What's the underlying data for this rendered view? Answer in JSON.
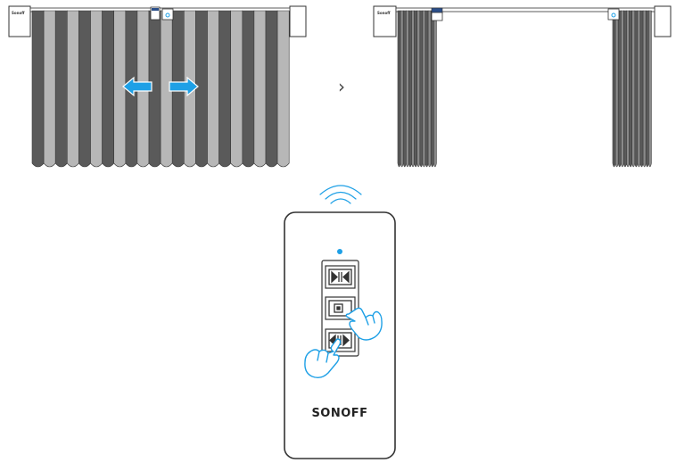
{
  "figure": {
    "motor_tag": "Sonoff",
    "arrow_glyph": "›",
    "remote_brand": "SONOFF",
    "buttons": [
      {
        "name": "open-close-button",
        "icon": "play-pause-icon"
      },
      {
        "name": "stop-button",
        "icon": "stop-icon"
      },
      {
        "name": "pause-play-button",
        "icon": "pause-play-icon"
      }
    ],
    "colors": {
      "curtain_dark": "#5a5a5a",
      "curtain_light": "#b7b7b7",
      "arrow_blue": "#1ea0e6",
      "indicator_blue": "#1ea0e6",
      "outline": "#333333"
    }
  }
}
